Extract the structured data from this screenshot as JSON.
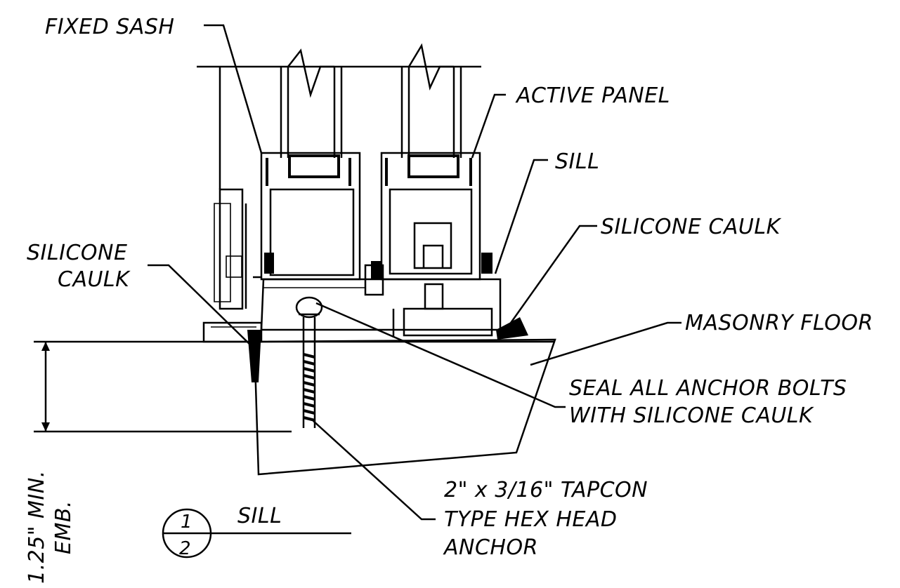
{
  "labels": {
    "fixed_sash": "FIXED SASH",
    "active_panel": "ACTIVE PANEL",
    "sill_top": "SILL",
    "silicone_caulk_right": "SILICONE CAULK",
    "silicone_caulk_left_1": "SILICONE",
    "silicone_caulk_left_2": "CAULK",
    "masonry_floor": "MASONRY FLOOR",
    "seal_1": "SEAL ALL ANCHOR BOLTS",
    "seal_2": "WITH SILICONE CAULK",
    "tapcon_1": "2\" x 3/16\" TAPCON",
    "tapcon_2": "TYPE HEX HEAD",
    "tapcon_3": "ANCHOR",
    "embed_1": "1.25\" MIN.",
    "embed_2": "EMB.",
    "section_title": "SILL",
    "section_num_top": "1",
    "section_num_bottom": "2"
  }
}
